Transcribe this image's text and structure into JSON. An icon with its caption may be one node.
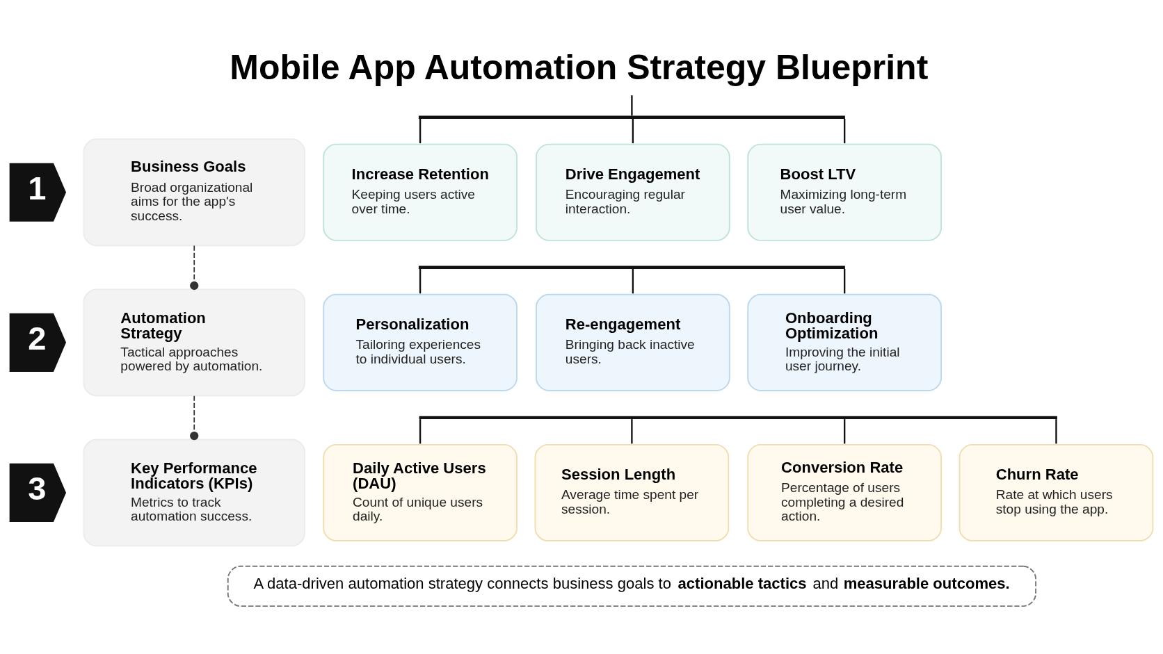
{
  "diagram": {
    "title": "Mobile App Automation Strategy Blueprint",
    "nodes": [
      {
        "text": [
          "1"
        ]
      },
      {
        "text": [
          "Business Goals",
          "Broad organizational aims for the app's success."
        ]
      },
      {
        "text": [],
        "shape": "bar"
      },
      {
        "text": [
          "Increase Retention",
          "Keeping users active over time."
        ]
      },
      {
        "text": [
          "Drive Engagement",
          "Encouraging regular interaction."
        ]
      },
      {
        "text": [
          "Boost LTV",
          "Maximizing long-term user value."
        ]
      },
      {
        "text": [
          "2"
        ]
      },
      {
        "text": [
          "Automation Strategy",
          "Tactical approaches powered by automation."
        ]
      },
      {
        "text": [],
        "shape": "bar"
      },
      {
        "text": [
          "Personalization",
          "Tailoring experiences to individual users."
        ]
      },
      {
        "text": [
          "Re-engagement",
          "Bringing back inactive users."
        ]
      },
      {
        "text": [
          "Onboarding Optimization",
          "Improving the initial user journey."
        ]
      },
      {
        "text": [
          "3"
        ]
      },
      {
        "text": [
          "Key Performance Indicators (KPIs)",
          "Metrics to track automation success."
        ]
      },
      {
        "text": [],
        "shape": "bar"
      },
      {
        "text": [
          "Daily Active Users (DAU)",
          "Count of unique users daily."
        ]
      },
      {
        "text": [
          "Session Length",
          "Average time spent per session."
        ]
      },
      {
        "text": [
          "Conversion Rate",
          "Percentage of users completing a desired action."
        ]
      },
      {
        "text": [
          "Churn Rate",
          "Rate at which users stop using the app."
        ]
      },
      {
        "text": [
          "A data-driven automation strategy connects business goals to **actionable tactics** and **measurable outcomes.**"
        ]
      }
    ],
    "edges": [
      {
        "from": null,
        "to": 2,
        "arrow": "none"
      },
      {
        "from": 2,
        "to": 3,
        "arrow": "none"
      },
      {
        "from": 2,
        "to": 4,
        "arrow": "none"
      },
      {
        "from": 2,
        "to": 5,
        "arrow": "none"
      },
      {
        "from": 1,
        "to": 7,
        "arrow": "other",
        "style": "dashed"
      },
      {
        "from": 8,
        "to": 9,
        "arrow": "none"
      },
      {
        "from": 8,
        "to": 10,
        "arrow": "none"
      },
      {
        "from": 8,
        "to": 11,
        "arrow": "none"
      },
      {
        "from": 7,
        "to": 13,
        "arrow": "other",
        "style": "dashed"
      },
      {
        "from": 14,
        "to": 15,
        "arrow": "none"
      },
      {
        "from": 14,
        "to": 16,
        "arrow": "none"
      },
      {
        "from": 14,
        "to": 17,
        "arrow": "none"
      },
      {
        "from": 14,
        "to": 18,
        "arrow": "none"
      }
    ]
  }
}
